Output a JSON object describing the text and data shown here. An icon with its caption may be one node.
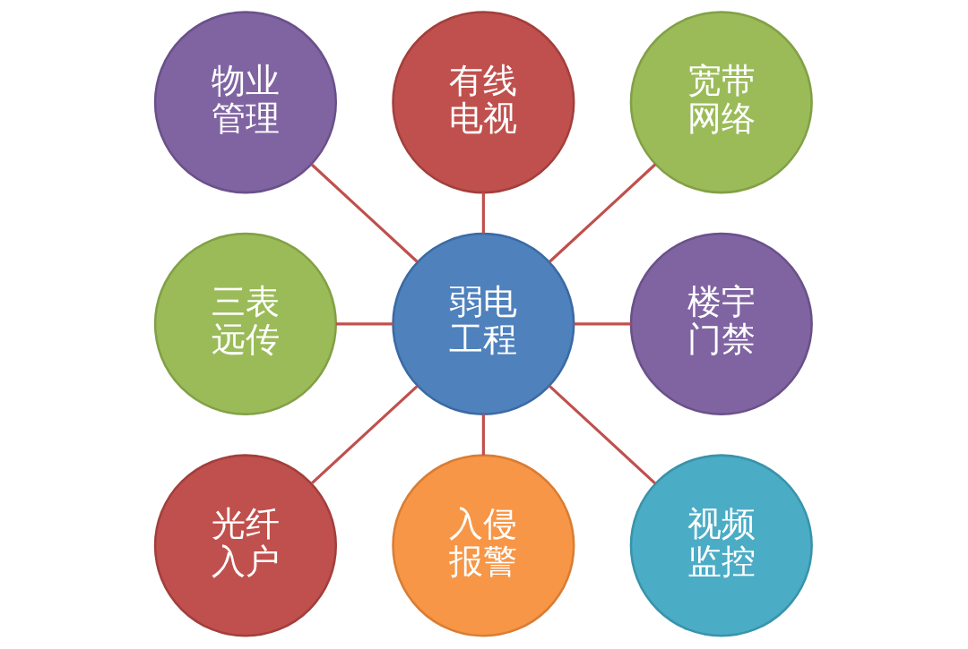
{
  "diagram": {
    "nodes": [
      {
        "text": [
          "弱电工程"
        ]
      },
      {
        "text": [
          "有线电视"
        ]
      },
      {
        "text": [
          "宽带网络"
        ]
      },
      {
        "text": [
          "楼宇门禁"
        ]
      },
      {
        "text": [
          "视频监控"
        ]
      },
      {
        "text": [
          "入侵报警"
        ]
      },
      {
        "text": [
          "光纤入户"
        ]
      },
      {
        "text": [
          "三表远传"
        ]
      },
      {
        "text": [
          "物业管理"
        ]
      }
    ],
    "edges": [
      {
        "from": 0,
        "to": 1,
        "arrow": "none"
      },
      {
        "from": 0,
        "to": 2,
        "arrow": "none"
      },
      {
        "from": 0,
        "to": 3,
        "arrow": "none"
      },
      {
        "from": 0,
        "to": 4,
        "arrow": "none"
      },
      {
        "from": 0,
        "to": 5,
        "arrow": "none"
      },
      {
        "from": 0,
        "to": 6,
        "arrow": "none"
      },
      {
        "from": 0,
        "to": 7,
        "arrow": "none"
      },
      {
        "from": 0,
        "to": 8,
        "arrow": "none"
      }
    ]
  }
}
